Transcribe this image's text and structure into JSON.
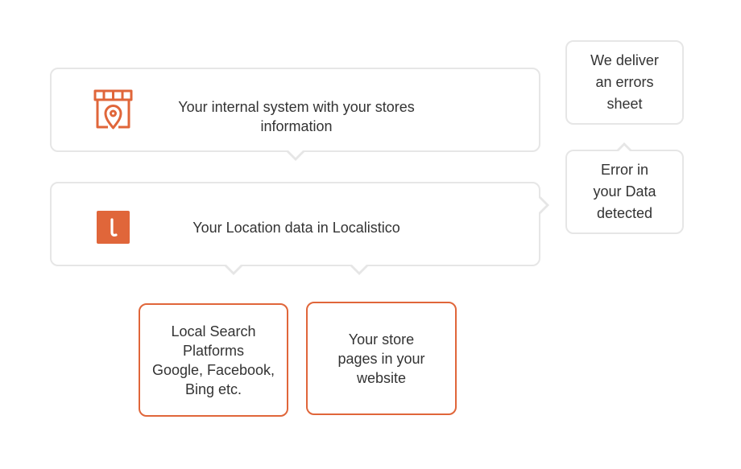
{
  "nodes": {
    "internal_system": {
      "text": "Your internal system with your stores information"
    },
    "localistico": {
      "text": "Your Location data in Localistico"
    },
    "errors_sheet": {
      "line1": "We deliver",
      "line2": "an errors",
      "line3": "sheet"
    },
    "error_detected": {
      "line1": "Error in",
      "line2": "your Data",
      "line3": "detected"
    },
    "local_search": {
      "line1": "Local Search",
      "line2": "Platforms",
      "line3": "Google, Facebook,",
      "line4": "Bing etc."
    },
    "store_pages": {
      "line1": "Your store",
      "line2": "pages in your",
      "line3": "website"
    }
  },
  "icons": {
    "store": "store-location-icon",
    "logo": "localistico-logo-icon"
  },
  "colors": {
    "accent": "#e0663a",
    "border": "#e6e6e6",
    "text": "#333333"
  }
}
